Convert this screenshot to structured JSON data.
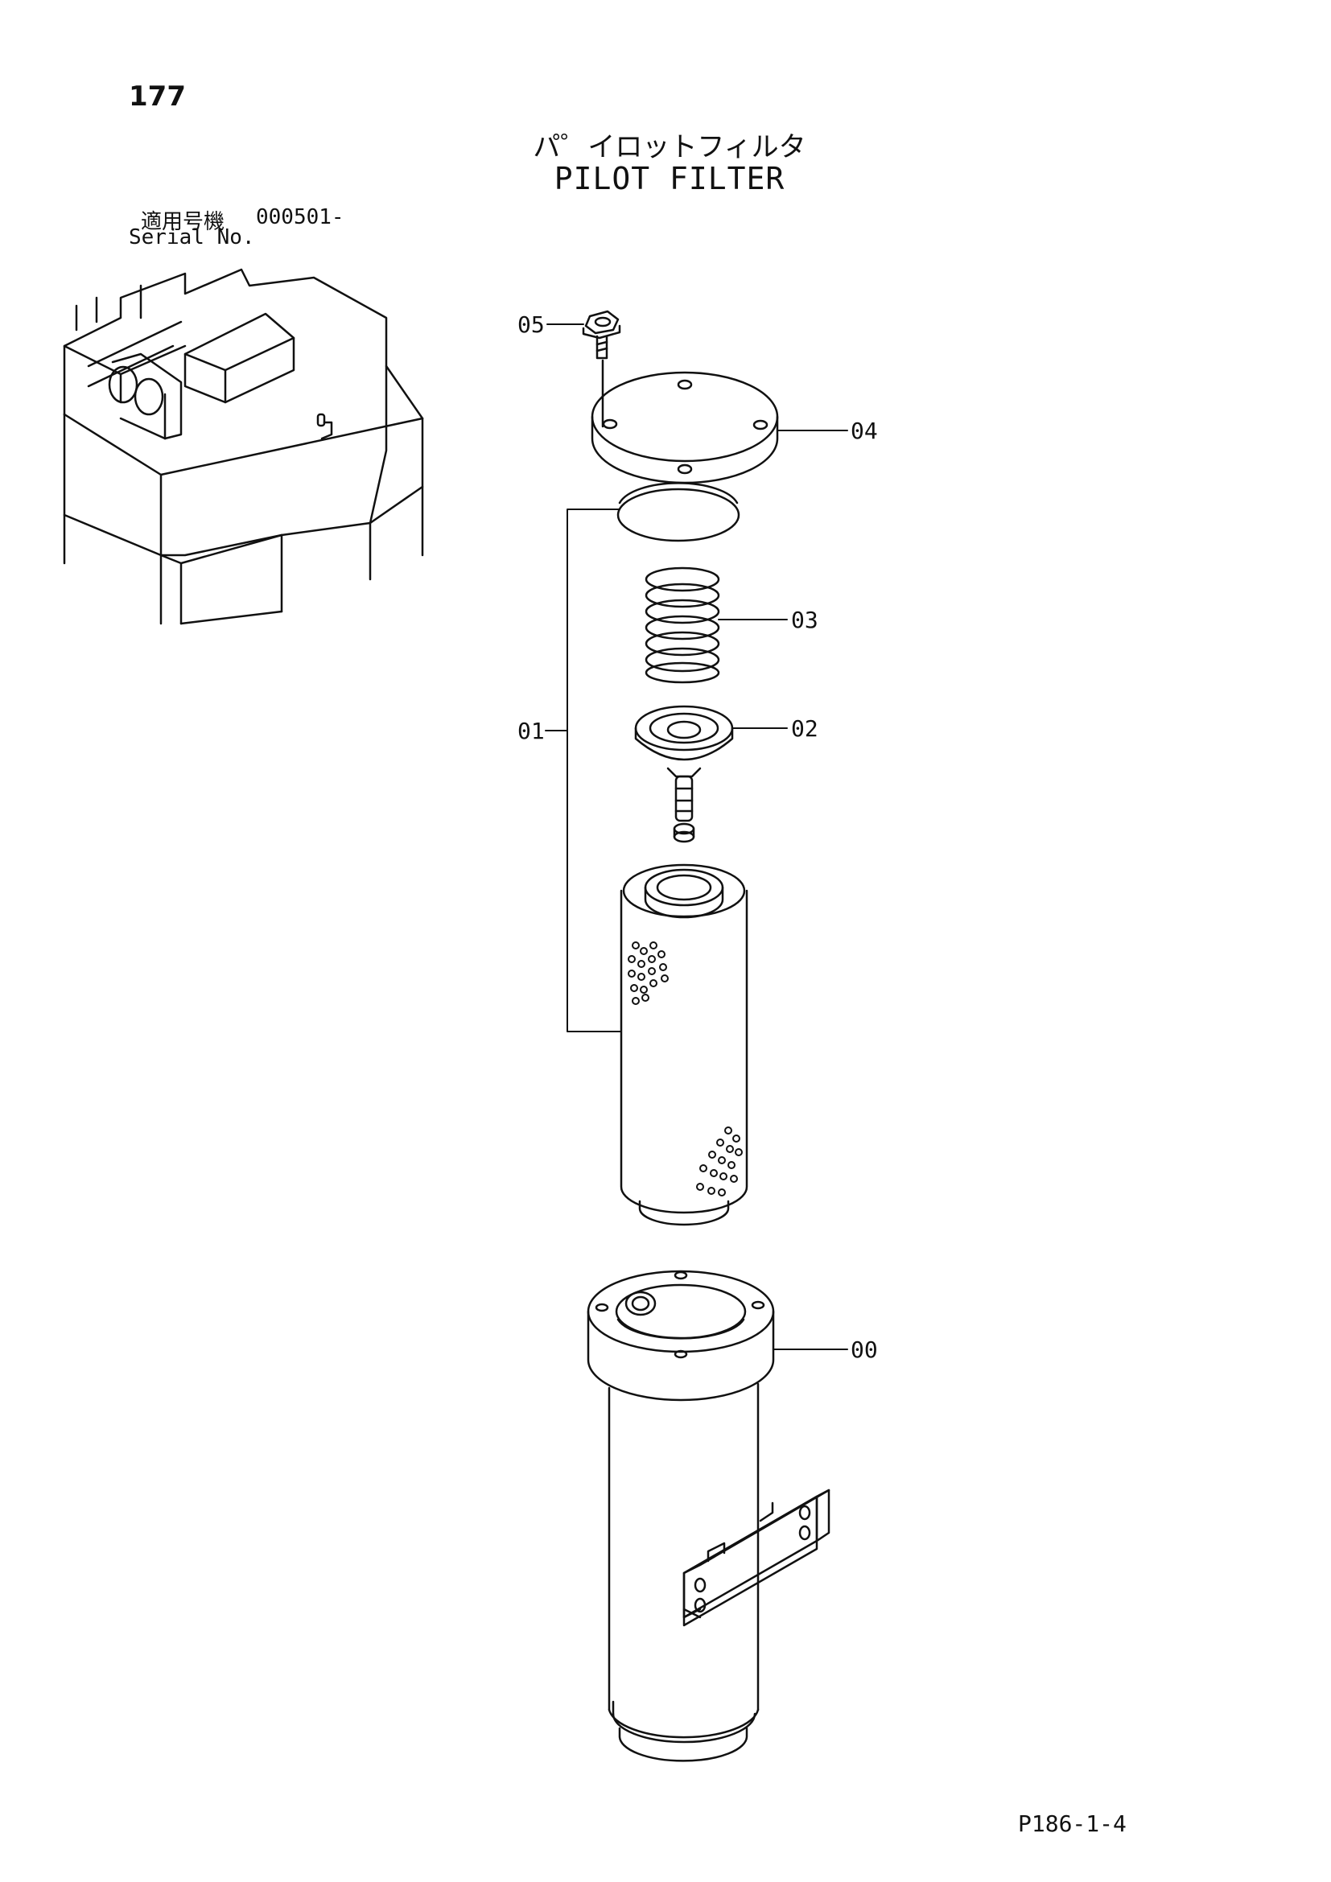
{
  "page_number": "177",
  "title_jp": "パ゜イロットフィルタ",
  "title_en": "PILOT FILTER",
  "serial": {
    "label_jp": "適用号機",
    "value": "000501-",
    "label_en": "Serial No."
  },
  "parts": {
    "p05": "05",
    "p04": "04",
    "p03": "03",
    "p02": "02",
    "p01": "01",
    "p00": "00"
  },
  "doc_code": "P186-1-4"
}
